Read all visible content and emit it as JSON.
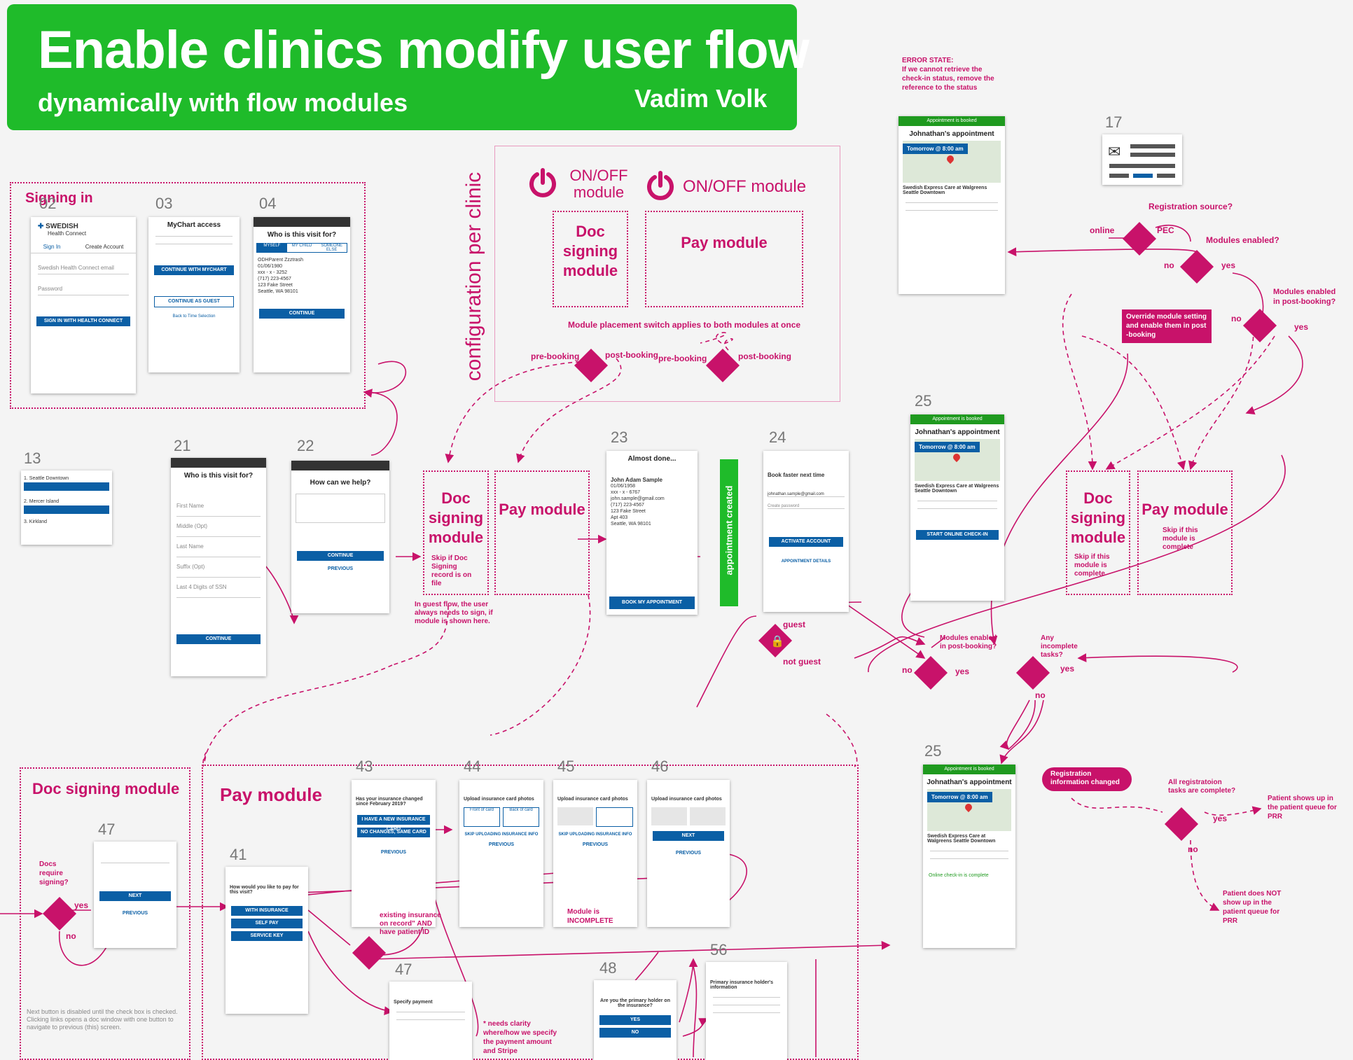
{
  "header": {
    "title": "Enable clinics modify user flow",
    "subtitle": "dynamically with flow modules",
    "author": "Vadim Volk"
  },
  "config": {
    "vertical_label": "configuration per clinic",
    "onoff_left": "ON/OFF module",
    "onoff_right": "ON/OFF module",
    "doc_module": "Doc signing module",
    "pay_module": "Pay module",
    "switch_note": "Module placement switch applies to both modules at once",
    "pre_booking": "pre-booking",
    "post_booking": "post-booking"
  },
  "sections": {
    "signing_in": "Signing in",
    "doc_signing_module": "Doc signing module",
    "pay_module": "Pay module"
  },
  "screens": {
    "s03": {
      "num": "03",
      "title": "MyChart access",
      "btn1": "CONTINUE WITH MYCHART",
      "btn2": "CONTINUE AS GUEST",
      "link": "Back to Time Selection"
    },
    "s04": {
      "num": "04",
      "title": "Who is this visit for?",
      "tabs": [
        "MYSELF",
        "MY CHILD",
        "SOMEONE ELSE"
      ],
      "name": "ODHParent Zzztrash",
      "dob": "01/06/1980",
      "ssn": "xxx - x - 3252",
      "phone": "(717) 223-4567",
      "addr1": "123 Fake Street",
      "addr2": "Seattle, WA 98101",
      "btn": "CONTINUE"
    },
    "s02": {
      "num": "02",
      "brand": "SWEDISH",
      "brand2": "Health Connect",
      "tab1": "Sign In",
      "tab2": "Create Account",
      "email": "Swedish Health Connect email",
      "password": "Password",
      "btn": "SIGN IN WITH HEALTH CONNECT"
    },
    "s13": {
      "num": "13",
      "loc1": "1. Seattle Downtown",
      "loc2": "2. Mercer Island",
      "loc3": "3. Kirkland"
    },
    "s21": {
      "num": "21",
      "title": "Who is this visit for?",
      "fields": [
        "First Name",
        "Middle (Opt)",
        "Last Name",
        "Suffix (Opt)",
        "Last 4 Digits of SSN"
      ],
      "btn": "CONTINUE"
    },
    "s22": {
      "num": "22",
      "title": "How can we help?",
      "btn": "CONTINUE",
      "link": "PREVIOUS"
    },
    "s23": {
      "num": "23",
      "title": "Almost done...",
      "name": "John Adam Sample",
      "dob": "01/06/1958",
      "ssn": "xxx - x - 6767",
      "email": "john.sample@gmail.com",
      "phone": "(717) 223-4567",
      "addr1": "123 Fake Street",
      "addr2": "Apt 403",
      "addr3": "Seattle, WA 98101",
      "btn": "BOOK MY APPOINTMENT"
    },
    "s24": {
      "num": "24",
      "title": "Book faster next time",
      "email": "johnathan.sample@gmail.com",
      "password": "Create password",
      "btn": "ACTIVATE ACCOUNT",
      "link": "APPOINTMENT DETAILS"
    },
    "s25": {
      "num": "25",
      "booked": "Appointment is booked",
      "title": "Johnathan's appointment",
      "when": "Tomorrow @ 8:00 am",
      "clinic": "Swedish Express Care at Walgreens Seattle Downtown",
      "btn": "START ONLINE CHECK-IN",
      "complete": "Online check-in is complete"
    },
    "s17": {
      "num": "17"
    },
    "s41": {
      "num": "41",
      "title": "How would you like to pay for this visit?",
      "b1": "WITH INSURANCE",
      "b2": "SELF PAY",
      "b3": "SERVICE KEY"
    },
    "s43": {
      "num": "43",
      "title": "Has your insurance changed since February 2019?",
      "b1": "I HAVE A NEW INSURANCE CARD",
      "b2": "NO CHANGES, SAME CARD",
      "link": "PREVIOUS"
    },
    "s44": {
      "num": "44",
      "title": "Upload insurance card photos",
      "front": "Front of card",
      "back": "Back of card",
      "skip": "SKIP UPLOADING INSURANCE INFO",
      "link": "PREVIOUS"
    },
    "s45": {
      "num": "45",
      "title": "Upload insurance card photos",
      "skip": "SKIP UPLOADING INSURANCE INFO",
      "link": "PREVIOUS"
    },
    "s46": {
      "num": "46",
      "title": "Upload insurance card photos",
      "btn": "NEXT",
      "link": "PREVIOUS"
    },
    "s47": {
      "num": "47",
      "btn": "NEXT",
      "link": "PREVIOUS"
    },
    "s47b": {
      "num": "47",
      "title": "Specify payment"
    },
    "s48": {
      "num": "48",
      "title": "Are you the primary holder on the insurance?",
      "b1": "YES",
      "b2": "NO"
    },
    "s56": {
      "num": "56",
      "title": "Primary insurance holder's information"
    }
  },
  "annotations": {
    "error_state": "ERROR STATE:\nIf we cannot retrieve the check-in status, remove the reference to the status",
    "registration_source": "Registration source?",
    "online": "online",
    "pec": "PEC",
    "modules_enabled": "Modules enabled?",
    "no": "no",
    "yes": "yes",
    "modules_post_booking": "Modules enabled in post-booking?",
    "override": "Override module setting and enable them in post -booking",
    "appointment_created": "appointment created",
    "skip_doc": "Skip if Doc Signing record is on file",
    "guest_note": "In guest flow, the user always needs to sign, if module is shown here.",
    "guest": "guest",
    "not_guest": "not guest",
    "skip_if_complete": "Skip if this module is complete",
    "modules_post_booking2": "Modules enabled in post-booking?",
    "any_incomplete": "Any incomplete tasks?",
    "docs_require": "Docs require signing?",
    "existing_insurance": "existing insurance on record\" AND have patient ID",
    "module_incomplete": "Module is INCOMPLETE",
    "next_disabled": "Next button is disabled until the check box is checked. Clicking links opens a doc window with one button to navigate to previous (this) screen.",
    "needs_clarity": "* needs clarity where/how we specify the payment amount and Stripe",
    "reg_changed": "Registration information changed",
    "all_complete": "All registratoion tasks are complete?",
    "patient_shows": "Patient shows up in the patient queue for PRR",
    "patient_not_shows": "Patient does NOT show up in the patient queue for PRR"
  },
  "colors": {
    "brand_green": "#1fbb2a",
    "accent": "#c8126a",
    "primary_blue": "#0b5fa5"
  }
}
